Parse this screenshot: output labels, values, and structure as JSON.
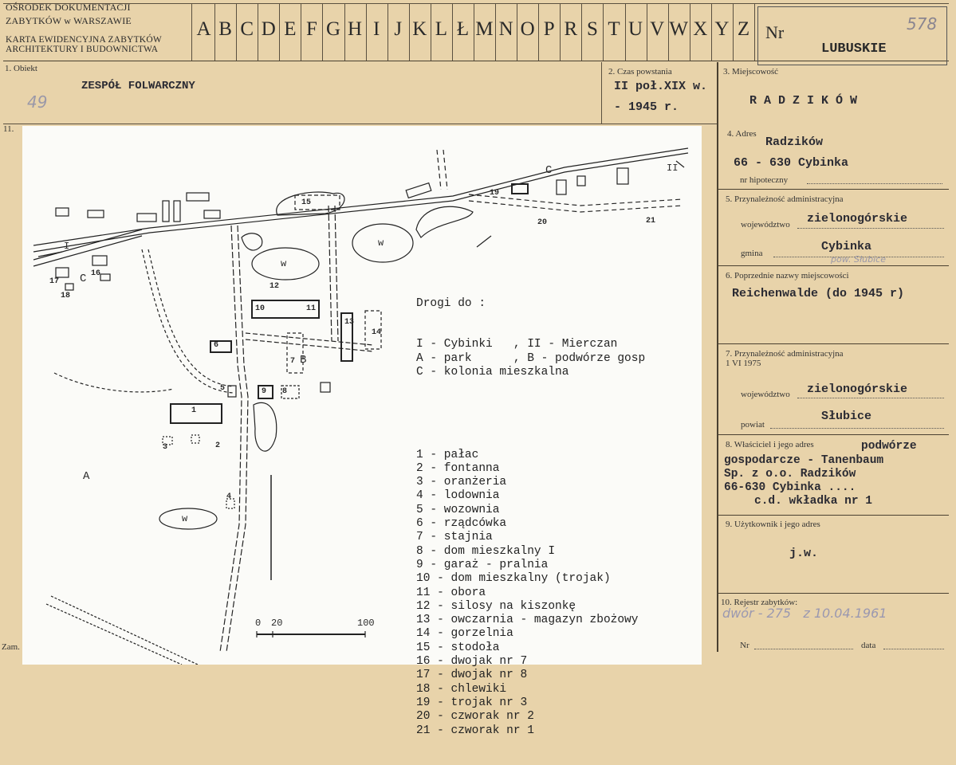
{
  "header": {
    "institution_line1": "OŚRODEK DOKUMENTACJI",
    "institution_line2": "ZABYTKÓW w WARSZAWIE",
    "card_title_line1": "KARTA EWIDENCYJNA ZABYTKÓW",
    "card_title_line2": "ARCHITEKTURY I BUDOWNICTWA",
    "alphabet": [
      "A",
      "B",
      "C",
      "D",
      "E",
      "F",
      "G",
      "H",
      "I",
      "J",
      "K",
      "L",
      "Ł",
      "M",
      "N",
      "O",
      "P",
      "R",
      "S",
      "T",
      "U",
      "V",
      "W",
      "X",
      "Y",
      "Z"
    ],
    "nr_label": "Nr",
    "nr_value": "578",
    "region": "LUBUSKIE"
  },
  "fields": {
    "obiekt_label": "1. Obiekt",
    "obiekt_value": "ZESPÓŁ FOLWARCZNY",
    "obiekt_handnote": "49",
    "czas_label": "2. Czas powstania",
    "czas_line1": "II poł.XIX w.",
    "czas_line2": "- 1945 r.",
    "miejscowosc_label": "3. Miejscowość",
    "miejscowosc_value": "R A D Z I K Ó W",
    "map_label": "11.",
    "adres_label": "4. Adres",
    "adres_line1": "Radzików",
    "adres_line2": "66 - 630 Cybinka",
    "hipoteczny_label": "nr hipoteczny",
    "przyn_label": "5. Przynależność administracyjna",
    "woj_label": "województwo",
    "woj_value": "zielonogórskie",
    "gmina_label": "gmina",
    "gmina_value": "Cybinka",
    "gmina_note": "pow. Słubice",
    "poprz_label": "6. Poprzednie nazwy miejscowości",
    "poprz_value": "Reichenwalde (do 1945 r)",
    "przyn75_label_line1": "7. Przynależność administracyjna",
    "przyn75_label_line2": "1 VI 1975",
    "woj75_label": "województwo",
    "woj75_value": "zielonogórskie",
    "powiat_label": "powiat",
    "powiat_value": "Słubice",
    "wlasciciel_label": "8. Właściciel i jego adres",
    "wlasciciel_line1": "podwórze",
    "wlasciciel_line2": "gospodarcze - Tanenbaum",
    "wlasciciel_line3": "Sp. z o.o. Radzików",
    "wlasciciel_line4": "66-630 Cybinka ....",
    "wlasciciel_line5": "c.d. wkładka nr 1",
    "uzytkownik_label": "9. Użytkownik i jego adres",
    "uzytkownik_value": "j.w.",
    "rejestr_label": "10. Rejestr zabytków:",
    "rejestr_handnote": "dwór - 275   z 10.04.1961",
    "nr_label": "Nr",
    "data_label": "data",
    "zam_label": "Zam."
  },
  "map": {
    "legend_title": "Drogi do :",
    "roads": [
      "I - Cybinki   , II - Mierczan",
      "A - park      , B - podwórze gosp",
      "C - kolonia mieszkalna"
    ],
    "items": [
      "1 - pałac",
      "2 - fontanna",
      "3 - oranżeria",
      "4 - lodownia",
      "5 - wozownia",
      "6 - rządcówka",
      "7 - stajnia",
      "8 - dom mieszkalny I",
      "9 - garaż - pralnia",
      "10 - dom mieszkalny (trojak)",
      "11 - obora",
      "12 - silosy na kiszonkę",
      "13 - owczarnia - magazyn zbożowy",
      "14 - gorzelnia",
      "15 - stodoła",
      "16 - dwojak nr 7",
      "17 - dwojak nr 8",
      "18 - chlewiki",
      "19 - trojak nr 3",
      "20 - czworak nr 2",
      "21 - czworak nr 1"
    ],
    "scale_labels": [
      "0",
      "20",
      "100"
    ],
    "area_labels": {
      "a": "A",
      "b": "B",
      "c": "C",
      "c2": "C",
      "w": "w",
      "road1": "I",
      "road2": "II"
    },
    "building_numbers": [
      "1",
      "2",
      "3",
      "4",
      "5",
      "6",
      "7",
      "8",
      "9",
      "10",
      "11",
      "12",
      "13",
      "14",
      "15",
      "16",
      "17",
      "18",
      "19",
      "20",
      "21"
    ]
  }
}
